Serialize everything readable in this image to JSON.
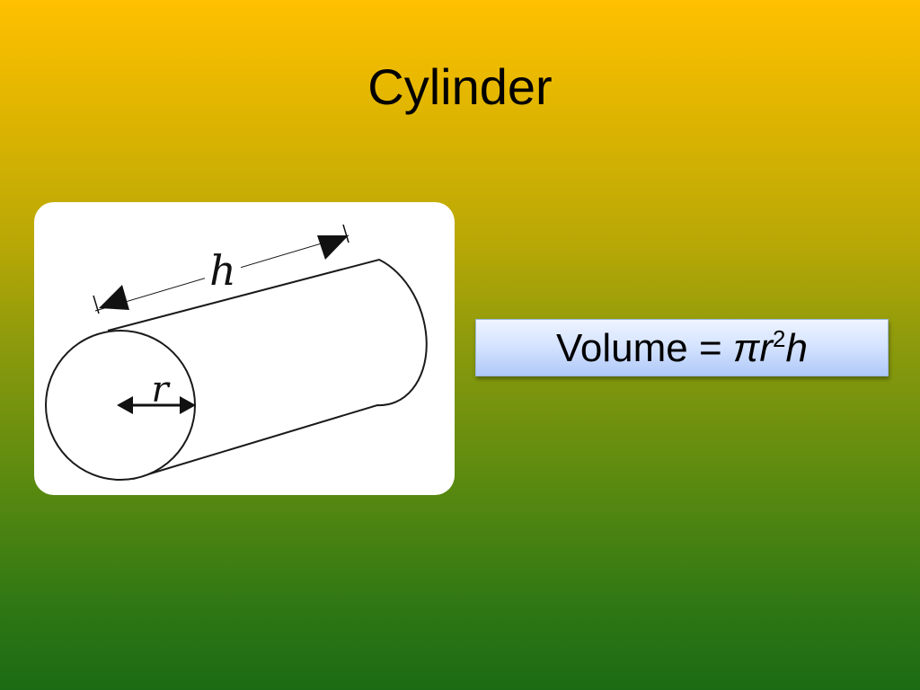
{
  "slide": {
    "title": "Cylinder",
    "background_top": "#FFC000",
    "background_bottom": "#1B6B14"
  },
  "diagram": {
    "height_label": "h",
    "radius_label": "r"
  },
  "formula": {
    "prefix": "Volume = ",
    "pi": "π",
    "radius": "r",
    "exponent": "2",
    "height": "h",
    "box_color": "#D6E4FF"
  }
}
